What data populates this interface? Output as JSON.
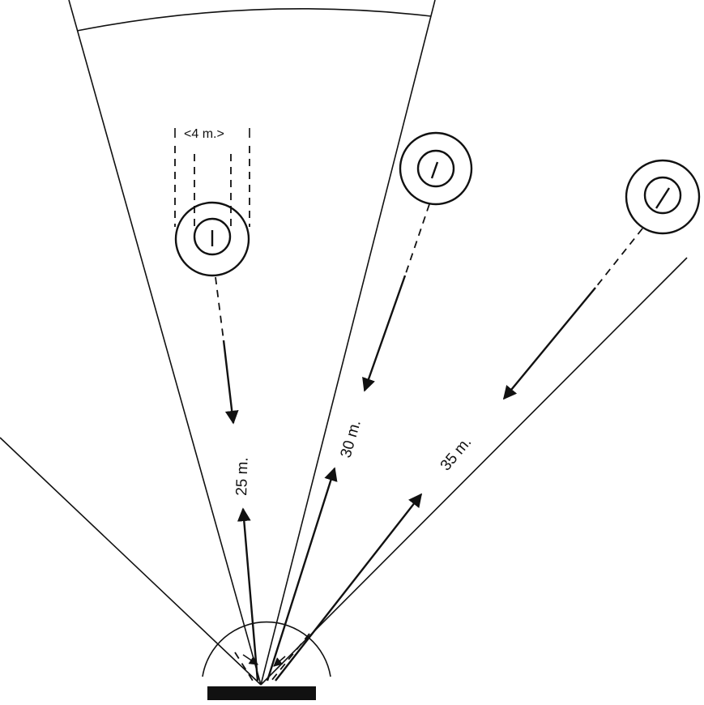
{
  "diagram": {
    "width_label": "<4 m.>",
    "distance_labels": [
      "25 m.",
      "30 m.",
      "35 m."
    ]
  }
}
